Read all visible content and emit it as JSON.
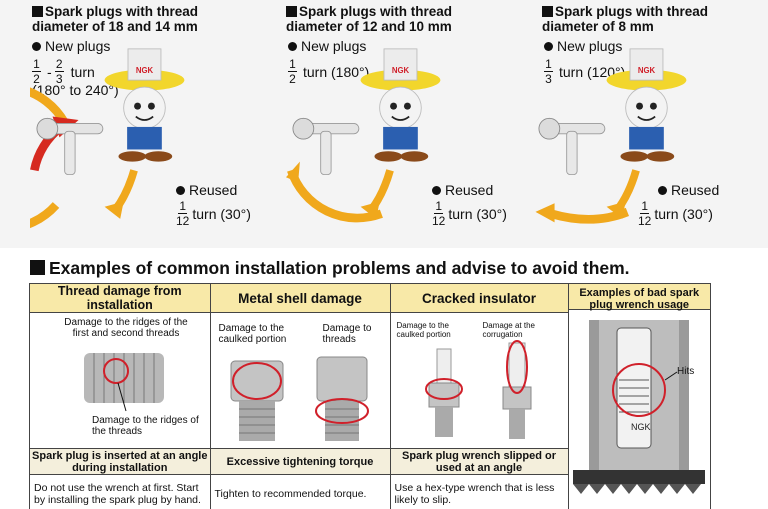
{
  "panels": [
    {
      "title_line1": "Spark plugs with thread",
      "title_line2": "diameter of 18 and 14 mm",
      "new_label": "New plugs",
      "fraction_a": {
        "num": "1",
        "den": "2"
      },
      "fraction_sep": "-",
      "fraction_b": {
        "num": "2",
        "den": "3"
      },
      "turn_text": "turn",
      "range_text": "(180° to 240°)",
      "reused_label": "Reused",
      "reused_fraction": {
        "num": "1",
        "den": "12"
      },
      "reused_turn": "turn (30°)",
      "mascot_brand": "NGK"
    },
    {
      "title_line1": "Spark plugs with thread",
      "title_line2": "diameter of 12 and 10 mm",
      "new_label": "New plugs",
      "fraction_a": {
        "num": "1",
        "den": "2"
      },
      "turn_text": "turn (180°)",
      "reused_label": "Reused",
      "reused_fraction": {
        "num": "1",
        "den": "12"
      },
      "reused_turn": "turn (30°)",
      "mascot_brand": "NGK"
    },
    {
      "title_line1": "Spark plugs with thread",
      "title_line2": "diameter of 8 mm",
      "new_label": "New plugs",
      "fraction_a": {
        "num": "1",
        "den": "3"
      },
      "turn_text": "turn (120°)",
      "reused_label": "Reused",
      "reused_fraction": {
        "num": "1",
        "den": "12"
      },
      "reused_turn": "turn (30°)",
      "mascot_brand": "NGK"
    }
  ],
  "section_title": "Examples of common installation problems and advise to avoid them.",
  "columns": [
    {
      "header": "Thread damage from installation",
      "labels": [
        "Damage to the ridges of the first and second threads",
        "Damage to the ridges of the threads"
      ],
      "cause": "Spark plug is inserted at an angle during installation",
      "advice": "Do not use the wrench at first. Start by installing the spark plug by hand."
    },
    {
      "header": "Metal shell damage",
      "labels": [
        "Damage to the caulked portion",
        "Damage to threads"
      ],
      "cause": "Excessive tightening torque",
      "advice": "Tighten to recommended torque."
    },
    {
      "header": "Cracked insulator",
      "labels": [
        "Damage to the caulked portion",
        "Damage at the corrugation"
      ],
      "cause": "Spark plug wrench slipped or used at an angle",
      "advice": "Use a hex-type wrench that is less likely to slip."
    },
    {
      "header": "Examples of bad spark plug wrench usage",
      "labels": [
        "Hits",
        "NGK"
      ]
    }
  ],
  "colors": {
    "arrow_orange": "#f0a81c",
    "arrow_red": "#d62a20",
    "header_bg": "#f8e9a8",
    "subheader_bg": "#f4efdc",
    "hat_yellow": "#f2d62c",
    "highlight_red": "#d0202a"
  }
}
